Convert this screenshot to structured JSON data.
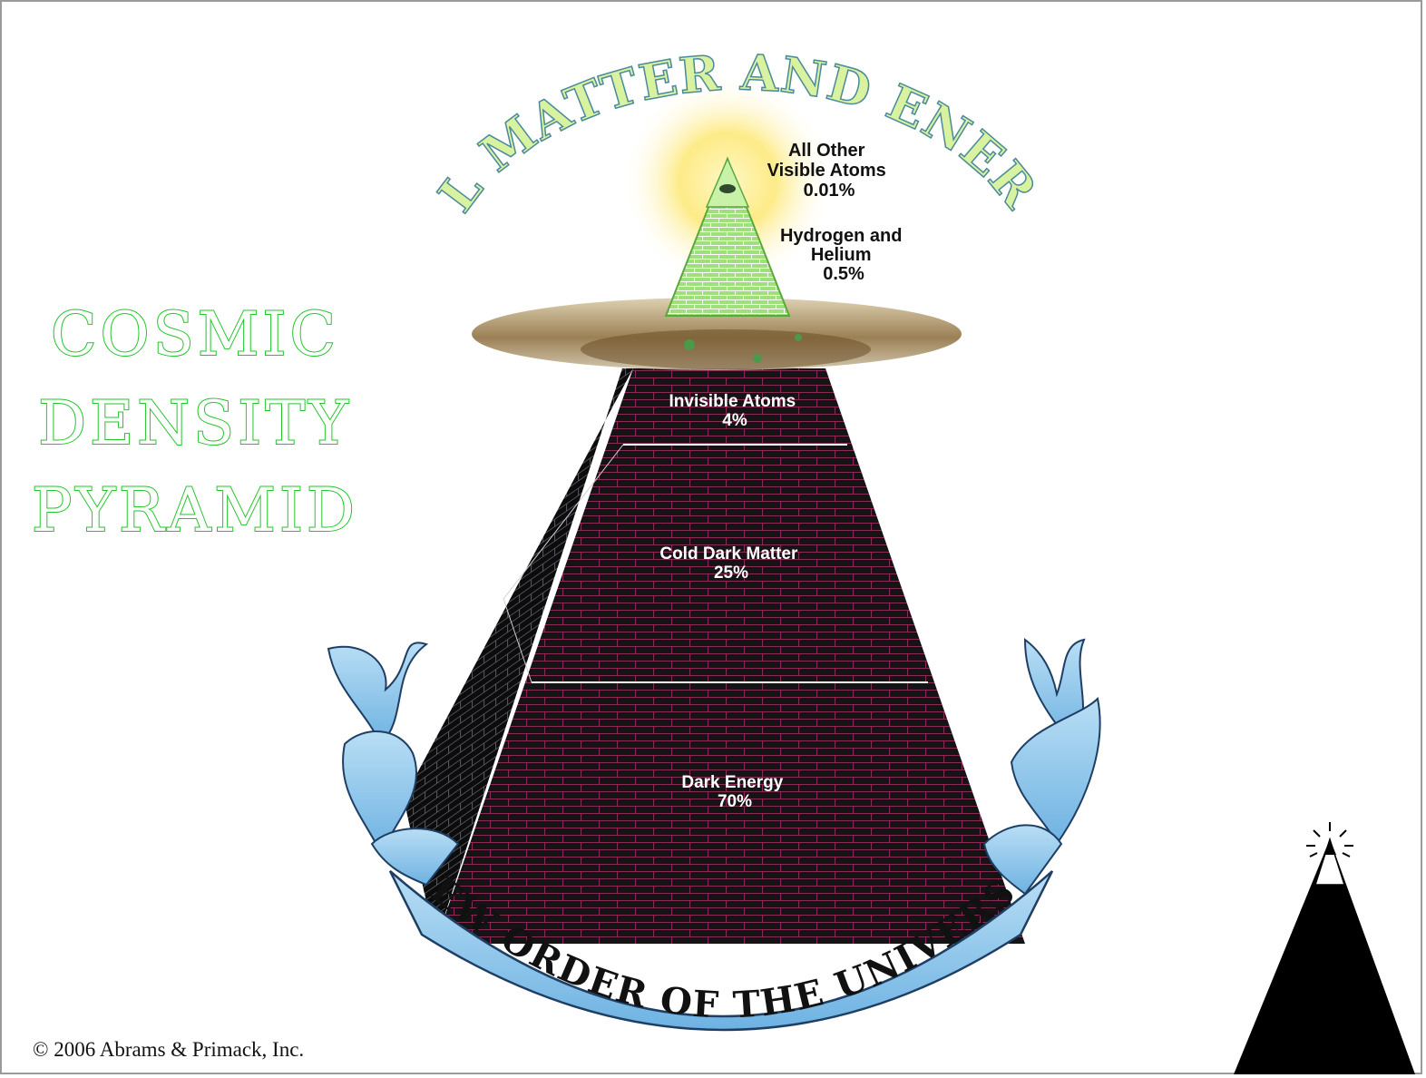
{
  "title": {
    "line1": "COSMIC",
    "line2": "DENSITY",
    "line3": "PYRAMID"
  },
  "arc_banner": "ALL MATTER AND ENERGY",
  "bottom_banner": "NEW ORDER OF THE UNIVERSE",
  "layers": [
    {
      "name": "All Other Visible Atoms",
      "lines": [
        "All Other",
        "Visible Atoms",
        "0.01%"
      ],
      "percent": 0.01
    },
    {
      "name": "Hydrogen and Helium",
      "lines": [
        "Hydrogen and",
        "Helium",
        "0.5%"
      ],
      "percent": 0.5
    },
    {
      "name": "Invisible Atoms",
      "lines": [
        "Invisible Atoms",
        "4%"
      ],
      "percent": 4
    },
    {
      "name": "Cold Dark Matter",
      "lines": [
        "Cold Dark Matter",
        "25%"
      ],
      "percent": 25
    },
    {
      "name": "Dark Energy",
      "lines": [
        "Dark Energy",
        "70%"
      ],
      "percent": 70
    }
  ],
  "copyright": "© 2006 Abrams & Primack, Inc.",
  "colors": {
    "title_green": "#22c52a",
    "pyramid_dark": "#141414",
    "brick_line": "#8a2a5a",
    "banner_blue": "#8ec8ec",
    "banner_outline": "#1e3f63",
    "cap_green": "#8fdc6a",
    "arc_text_fill": "#d8f2a0"
  }
}
